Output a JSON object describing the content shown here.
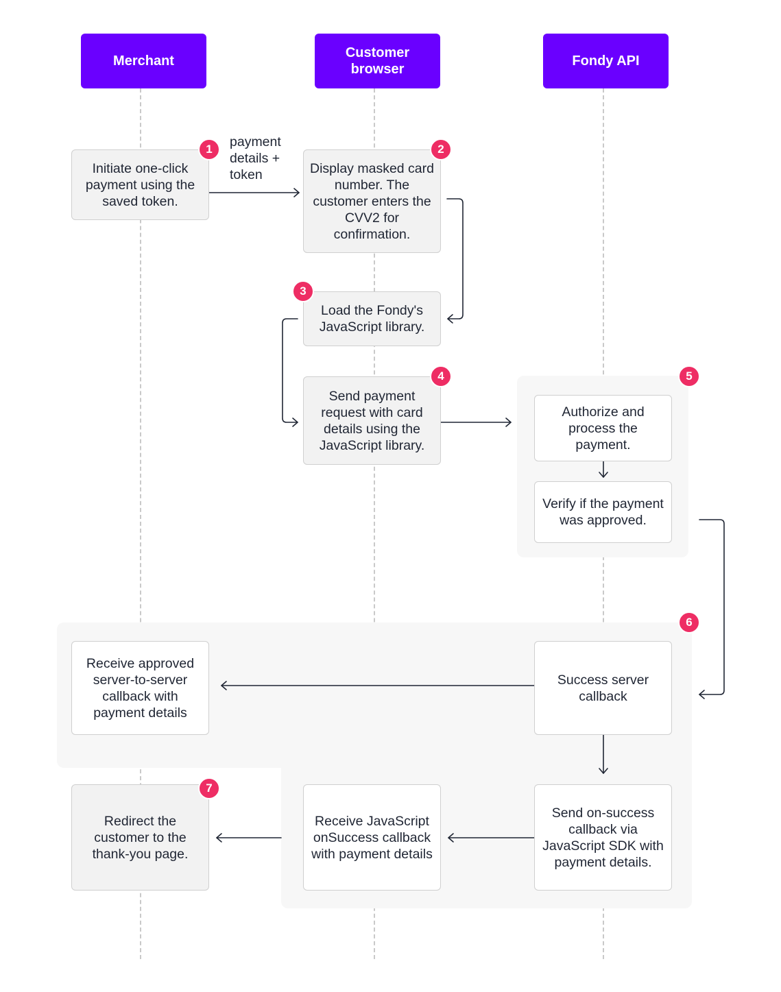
{
  "lanes": {
    "merchant": "Merchant",
    "browser": "Customer\nbrowser",
    "api": "Fondy API"
  },
  "steps": {
    "s1": "Initiate one-click payment using the saved token.",
    "s2": "Display masked card number. The customer enters the CVV2 for confirmation.",
    "s3": "Load the Fondy's JavaScript library.",
    "s4": "Send payment request with card details using the JavaScript library.",
    "s5a": "Authorize and process the payment.",
    "s5b": "Verify if the payment was approved.",
    "s6a": "Success server callback",
    "s6b": "Receive approved server-to-server callback with payment details",
    "s6c": "Send on-success callback via JavaScript SDK with payment details.",
    "s6d": "Receive JavaScript onSuccess callback with payment details",
    "s7": "Redirect the customer to the thank-you page."
  },
  "badges": {
    "b1": "1",
    "b2": "2",
    "b3": "3",
    "b4": "4",
    "b5": "5",
    "b6": "6",
    "b7": "7"
  },
  "edge_labels": {
    "e1": "payment\ndetails +\ntoken"
  },
  "colors": {
    "lane_header": "#6a00ff",
    "badge": "#ee2d64",
    "group_bg": "#f7f7f7",
    "box_grey": "#f2f2f2"
  }
}
